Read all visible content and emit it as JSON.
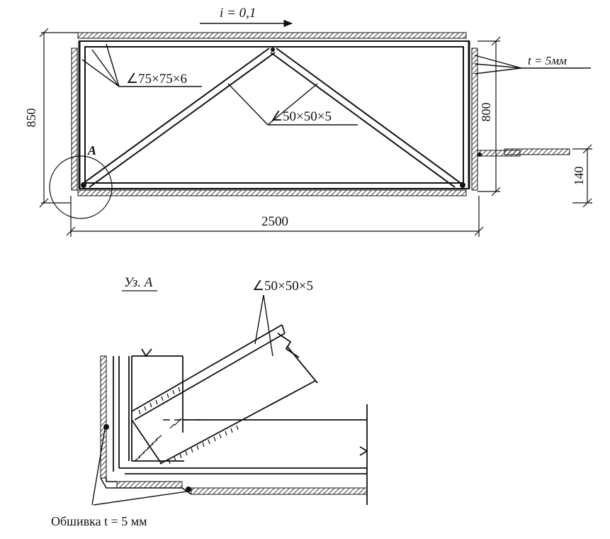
{
  "top_view": {
    "slope_label": "i = 0,1",
    "angle_main_label": "∠75×75×6",
    "angle_brace_label": "∠50×50×5",
    "sheet_label": "t = 5мм",
    "dim_height_outer": "850",
    "dim_height_inner": "800",
    "dim_width": "2500",
    "dim_offset": "140",
    "node_label": "A"
  },
  "detail_view": {
    "title": "Уз. А",
    "brace_label": "∠50×50×5",
    "sheathing_label": "Обшивка t = 5 мм"
  }
}
